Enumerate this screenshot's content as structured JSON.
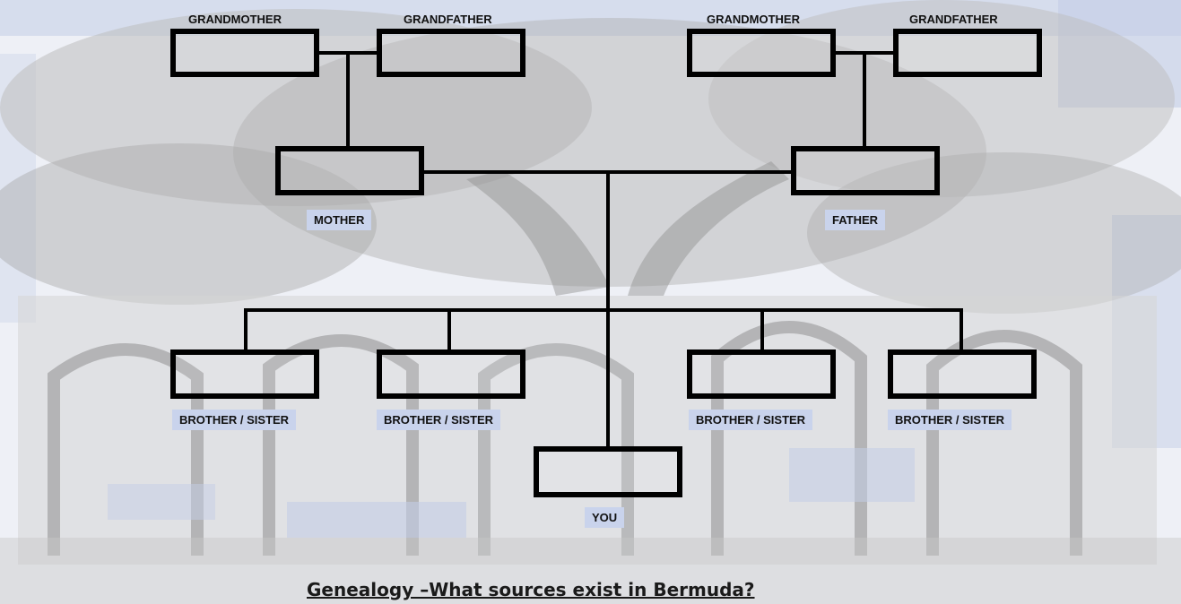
{
  "diagram": {
    "title": "Genealogy –What sources exist in Bermuda?",
    "maternal_grandmother_label": "GRANDMOTHER",
    "maternal_grandfather_label": "GRANDFATHER",
    "paternal_grandmother_label": "GRANDMOTHER",
    "paternal_grandfather_label": "GRANDFATHER",
    "mother_label": "MOTHER",
    "father_label": "FATHER",
    "siblings": [
      {
        "label": "BROTHER / SISTER"
      },
      {
        "label": "BROTHER / SISTER"
      },
      {
        "label": "BROTHER / SISTER"
      },
      {
        "label": "BROTHER / SISTER"
      }
    ],
    "you_label": "YOU"
  },
  "colors": {
    "box_border": "#000000",
    "label_bg": "#c9d3ec",
    "sketch_gray": "#9a9a9a",
    "sketch_blue": "#c3cde6"
  }
}
